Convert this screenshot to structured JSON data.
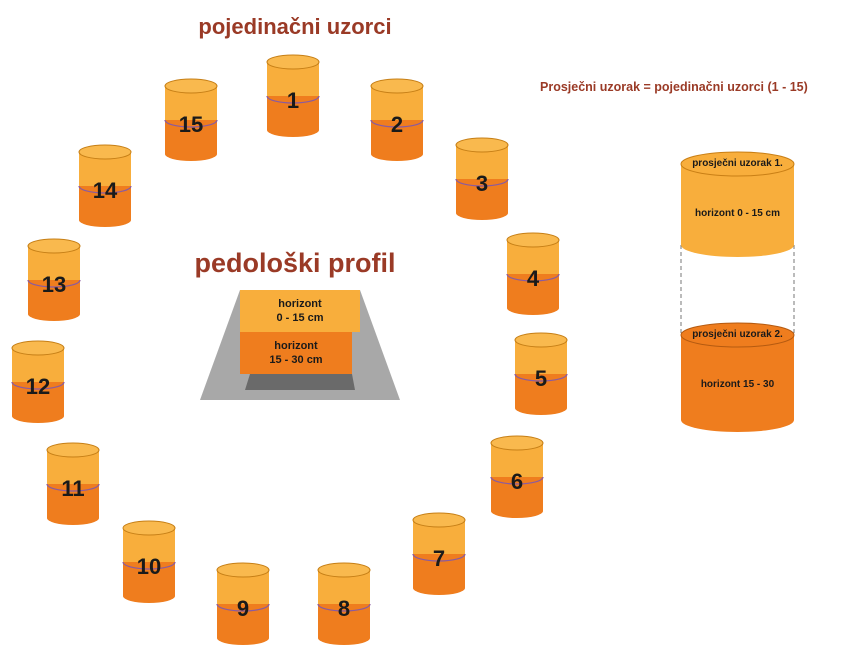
{
  "title": "pojedinačni uzorci",
  "center_label": "pedološki profil",
  "formula": "Prosječni uzorak = pojedinačni uzorci (1 - 15)",
  "colors": {
    "top": "#f8ae3c",
    "bottom": "#ef7d1e",
    "rim": "#8a5ba0",
    "accent": "#9a3a26"
  },
  "samples": [
    {
      "number": "1"
    },
    {
      "number": "2"
    },
    {
      "number": "3"
    },
    {
      "number": "4"
    },
    {
      "number": "5"
    },
    {
      "number": "6"
    },
    {
      "number": "7"
    },
    {
      "number": "8"
    },
    {
      "number": "9"
    },
    {
      "number": "10"
    },
    {
      "number": "11"
    },
    {
      "number": "12"
    },
    {
      "number": "13"
    },
    {
      "number": "14"
    },
    {
      "number": "15"
    }
  ],
  "profile": {
    "upper_line1": "horizont",
    "upper_line2": "0 - 15 cm",
    "lower_line1": "horizont",
    "lower_line2": "15 - 30 cm"
  },
  "composite": {
    "sample1_title": "prosječni uzorak 1.",
    "sample1_horizon": "horizont 0 - 15 cm",
    "sample2_title": "prosječni uzorak 2.",
    "sample2_horizon": "horizont 15 - 30"
  }
}
